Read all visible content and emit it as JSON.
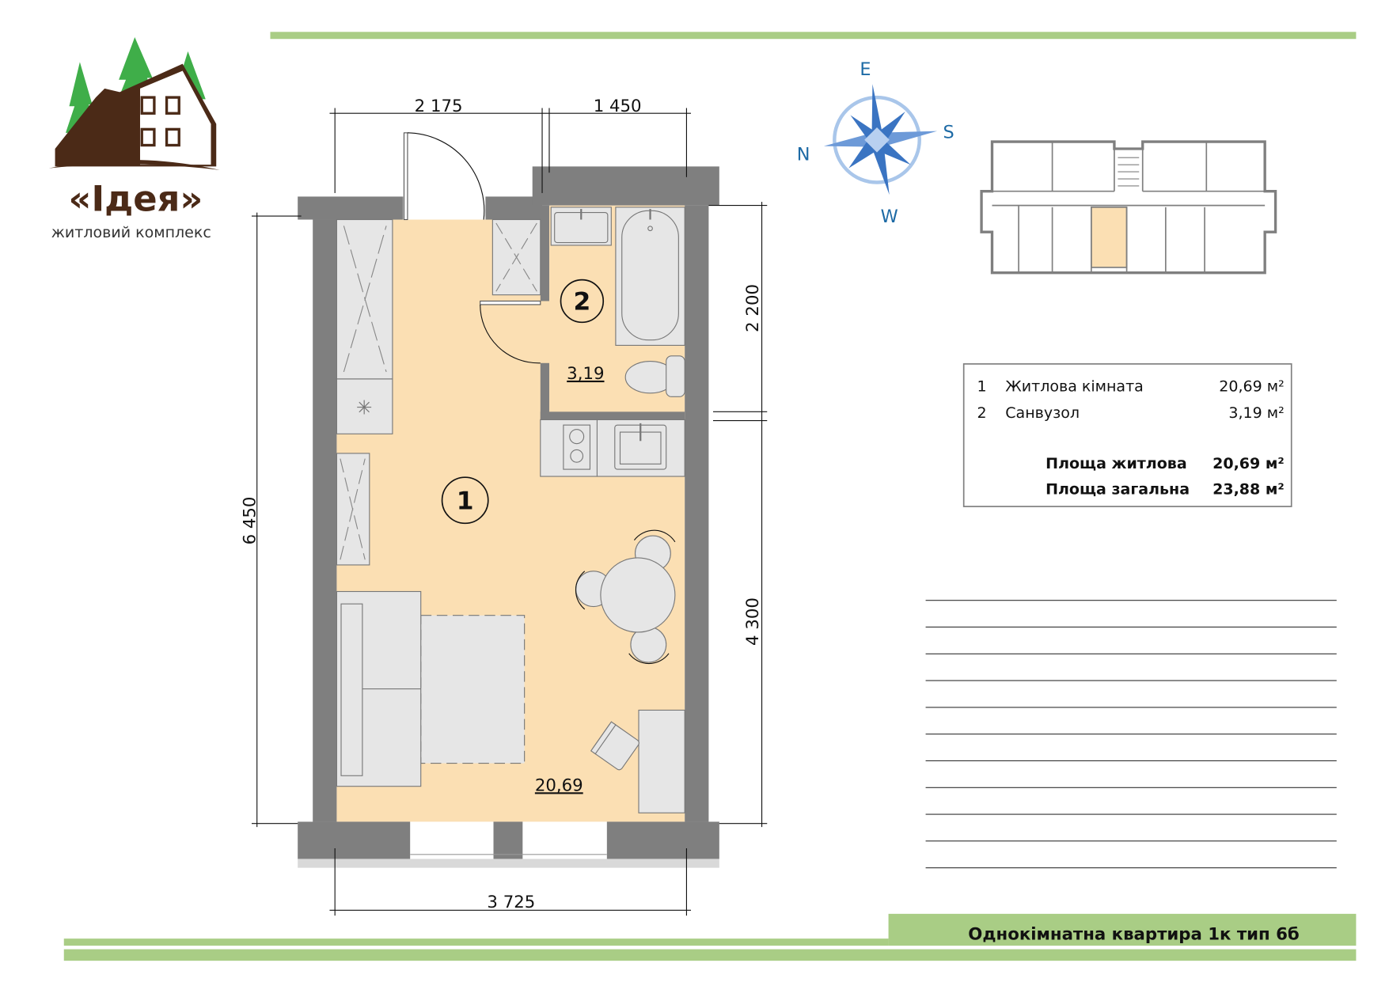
{
  "logo": {
    "name": "«Ідея»",
    "subtitle": "житловий комплекс"
  },
  "colors": {
    "accent_green": "#a9cd85",
    "floor": "#fbdfb3",
    "wall": "#7f7f7f",
    "furniture": "#e6e6e6",
    "logo_brown": "#4b2a17",
    "logo_green": "#3fae49",
    "compass_blue": "#3a74c2"
  },
  "compass": {
    "e": "E",
    "s": "S",
    "n": "N",
    "w": "W"
  },
  "plan": {
    "rooms": [
      {
        "number": "1",
        "area": "20,69"
      },
      {
        "number": "2",
        "area": "3,19"
      }
    ],
    "dimensions": {
      "top_left": "2 175",
      "top_right": "1 450",
      "left": "6 450",
      "right_top": "2 200",
      "right_bottom": "4 300",
      "bottom": "3 725"
    }
  },
  "area_table": {
    "rows": [
      {
        "num": "1",
        "name": "Житлова кімната",
        "area": "20,69 м²"
      },
      {
        "num": "2",
        "name": "Санвузол",
        "area": "3,19 м²"
      }
    ],
    "living_label": "Площа житлова",
    "living_value": "20,69 м²",
    "total_label": "Площа загальна",
    "total_value": "23,88 м²"
  },
  "footer": {
    "title": "Однокімнатна квартира 1к тип 6б"
  }
}
